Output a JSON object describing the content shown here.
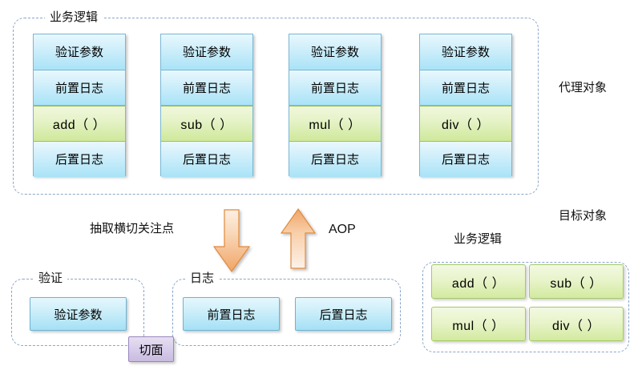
{
  "diagram": {
    "title": "AOP proxy / target object diagram",
    "colors": {
      "blue_cell": "#a9e3f7",
      "green_cell": "#cfe89b",
      "arrow_orange": "#f2b07a",
      "badge_purple": "#c8bbe0",
      "dashed_border": "#8aa6c8"
    }
  },
  "proxy": {
    "group_label": "业务逻辑",
    "object_label": "代理对象",
    "columns": [
      {
        "cells": [
          {
            "text": "验证参数",
            "style": "blue"
          },
          {
            "text": "前置日志",
            "style": "blue"
          },
          {
            "text": "add（ ）",
            "style": "green"
          },
          {
            "text": "后置日志",
            "style": "blue"
          }
        ]
      },
      {
        "cells": [
          {
            "text": "验证参数",
            "style": "blue"
          },
          {
            "text": "前置日志",
            "style": "blue"
          },
          {
            "text": "sub（ ）",
            "style": "green"
          },
          {
            "text": "后置日志",
            "style": "blue"
          }
        ]
      },
      {
        "cells": [
          {
            "text": "验证参数",
            "style": "blue"
          },
          {
            "text": "前置日志",
            "style": "blue"
          },
          {
            "text": "mul（ ）",
            "style": "green"
          },
          {
            "text": "后置日志",
            "style": "blue"
          }
        ]
      },
      {
        "cells": [
          {
            "text": "验证参数",
            "style": "blue"
          },
          {
            "text": "前置日志",
            "style": "blue"
          },
          {
            "text": "div（ ）",
            "style": "green"
          },
          {
            "text": "后置日志",
            "style": "blue"
          }
        ]
      }
    ]
  },
  "middle": {
    "extract_label": "抽取横切关注点",
    "aop_label": "AOP",
    "down_arrow_icon": "arrow-down-icon",
    "up_arrow_icon": "arrow-up-icon"
  },
  "aspects": {
    "validation": {
      "group_label": "验证",
      "boxes": [
        {
          "text": "验证参数"
        }
      ]
    },
    "logging": {
      "group_label": "日志",
      "boxes": [
        {
          "text": "前置日志"
        },
        {
          "text": "后置日志"
        }
      ]
    },
    "badge_label": "切面"
  },
  "target": {
    "object_label": "目标对象",
    "group_label": "业务逻辑",
    "boxes": [
      {
        "text": "add（ ）"
      },
      {
        "text": "sub（ ）"
      },
      {
        "text": "mul（ ）"
      },
      {
        "text": "div（ ）"
      }
    ]
  }
}
